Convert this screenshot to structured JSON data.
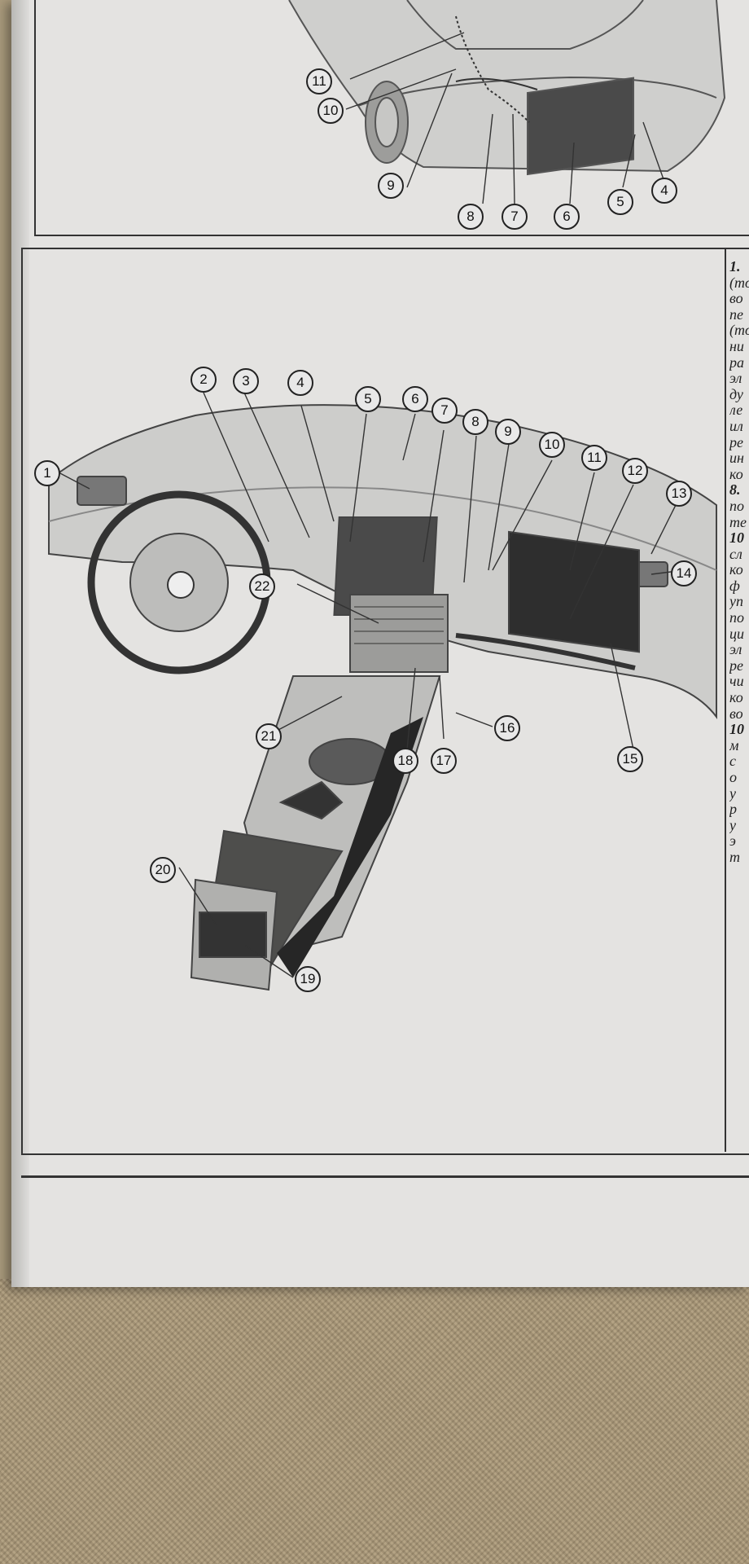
{
  "diagram_top": {
    "callouts": [
      "11",
      "10",
      "9",
      "8",
      "7",
      "6",
      "5",
      "4"
    ]
  },
  "diagram_main": {
    "callouts": [
      "1",
      "2",
      "3",
      "4",
      "5",
      "6",
      "7",
      "8",
      "9",
      "10",
      "11",
      "12",
      "13",
      "14",
      "15",
      "16",
      "17",
      "18",
      "21",
      "22",
      "20",
      "19"
    ]
  },
  "side_text": {
    "lines": [
      "1.",
      "(то",
      "во",
      "пе",
      "(то",
      "ни",
      "ра",
      "эл",
      "ду",
      "ле",
      "ил",
      "ре",
      "ин",
      "ко",
      "8.",
      "по",
      "те",
      "10",
      "сл",
      "ко",
      "ф",
      "уп",
      "по",
      "ци",
      "эл",
      "ре",
      "чи",
      "ко",
      "во",
      "10",
      "м",
      "с",
      "о",
      "у",
      "р",
      "у",
      "э",
      "т"
    ]
  },
  "colors": {
    "paper": "#e4e3e1",
    "ink": "#222222",
    "carpet": "#ad9c7e"
  }
}
